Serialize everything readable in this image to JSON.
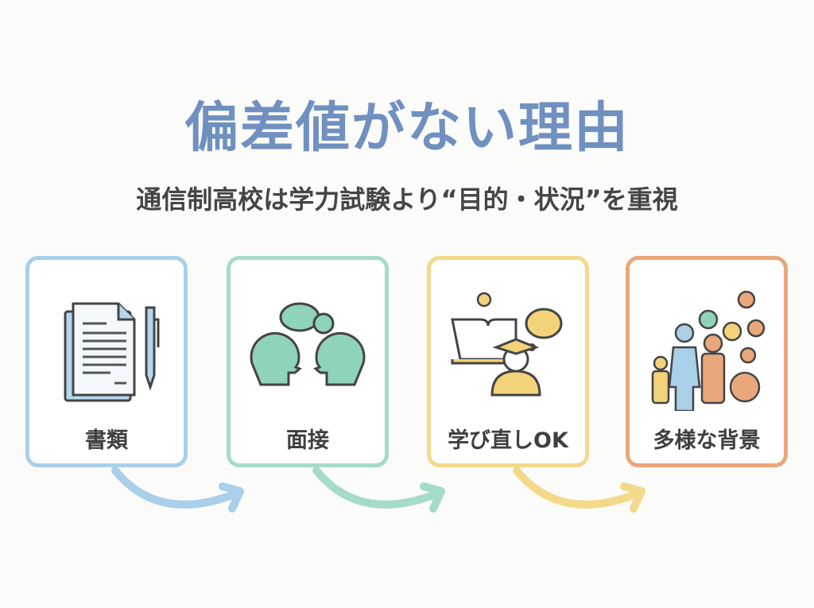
{
  "title": "偏差値がない理由",
  "subtitle": "通信制高校は学力試験より“目的・状況”を重視",
  "cards": [
    {
      "label": "書類",
      "icon": "document-pen-icon",
      "color": "#a9cfe9"
    },
    {
      "label": "面接",
      "icon": "interview-heads-icon",
      "color": "#a5dcc8"
    },
    {
      "label": "学び直しOK",
      "icon": "relearning-student-icon",
      "color": "#f3d98a"
    },
    {
      "label": "多様な背景",
      "icon": "diverse-people-icon",
      "color": "#e9a77b"
    }
  ]
}
